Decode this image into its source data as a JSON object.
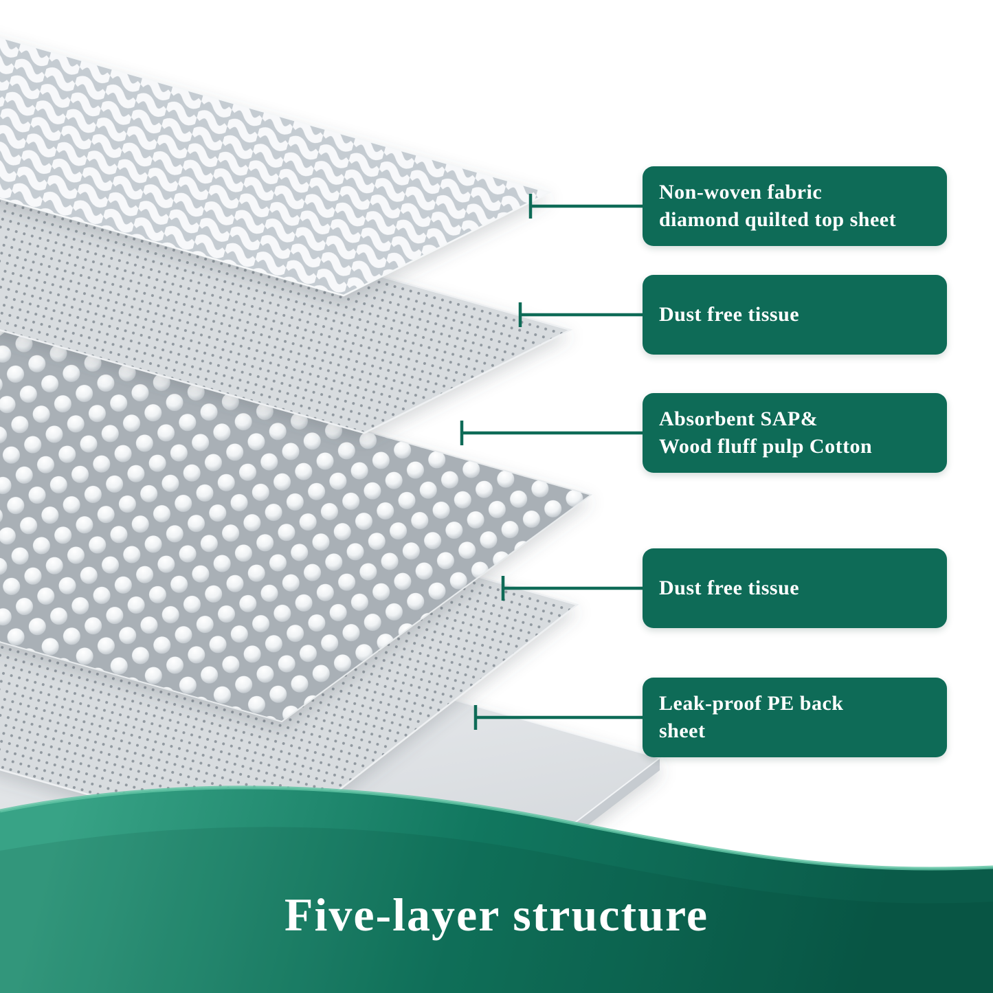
{
  "banner": {
    "title": "Five-layer structure"
  },
  "labels": [
    {
      "id": "layer-1",
      "lines": [
        "Non-woven fabric",
        "diamond quilted top sheet"
      ]
    },
    {
      "id": "layer-2",
      "lines": [
        "Dust free tissue"
      ]
    },
    {
      "id": "layer-3",
      "lines": [
        "Absorbent SAP&",
        "Wood fluff pulp Cotton"
      ]
    },
    {
      "id": "layer-4",
      "lines": [
        "Dust free tissue"
      ]
    },
    {
      "id": "layer-5",
      "lines": [
        "Leak-proof PE back",
        "sheet"
      ]
    }
  ],
  "layers": [
    {
      "name": "non-woven-quilted-top-sheet"
    },
    {
      "name": "dust-free-tissue-upper"
    },
    {
      "name": "absorbent-sap-wood-fluff-pulp-core"
    },
    {
      "name": "dust-free-tissue-lower"
    },
    {
      "name": "leak-proof-pe-back-sheet"
    }
  ],
  "colors": {
    "label_green": "#0e6b57",
    "leader_green": "#0e6b57",
    "banner_top": "#38a386",
    "banner_mid": "#11775f",
    "banner_bottom": "#0a5b49",
    "banner_highlight": "#62c4a5"
  }
}
